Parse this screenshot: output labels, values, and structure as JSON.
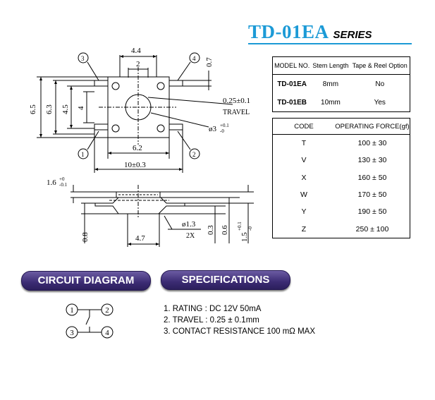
{
  "title": {
    "main": "TD-01EA",
    "sub": "SERIES"
  },
  "model_table": {
    "headers": [
      "MODEL NO.",
      "Stem Length",
      "Tape & Reel Option"
    ],
    "rows": [
      [
        "TD-01EA",
        "8mm",
        "No"
      ],
      [
        "TD-01EB",
        "10mm",
        "Yes"
      ]
    ]
  },
  "force_table": {
    "headers": [
      "CODE",
      "OPERATING FORCE(gf)"
    ],
    "rows": [
      [
        "T",
        "100 ± 30"
      ],
      [
        "V",
        "130 ± 30"
      ],
      [
        "X",
        "160 ± 50"
      ],
      [
        "W",
        "170 ± 50"
      ],
      [
        "Y",
        "190 ± 50"
      ],
      [
        "Z",
        "250 ± 100"
      ]
    ]
  },
  "top_view": {
    "dim_width_top": "4.4",
    "dim_inner": "2",
    "dim_pin_offset": "0.7",
    "dim_height_outer": "6.5",
    "dim_height_body": "6.3",
    "dim_height_mid": "4.5",
    "dim_height_inner": "4",
    "dim_travel": "0.25±0.1",
    "label_travel": "TRAVEL",
    "dim_stem_dia": "ø3",
    "dim_stem_tol_plus": "+0.1",
    "dim_stem_tol_minus": "-0",
    "dim_body_width": "6.2",
    "dim_overall_width": "10±0.3",
    "pins": [
      "1",
      "2",
      "3",
      "4"
    ]
  },
  "side_view": {
    "dim_stem_top": "1.6",
    "dim_stem_top_plus": "+0",
    "dim_stem_top_minus": "-0.1",
    "dim_base": "0.8",
    "dim_pin_dia": "ø1.3",
    "dim_pin_count": "2X",
    "dim_pin_spacing": "4.7",
    "dim_h1": "0.3",
    "dim_h2": "0.6",
    "dim_h3": "1.5",
    "dim_h3_plus": "+0.1",
    "dim_h3_minus": "-0"
  },
  "circuit": {
    "heading": "CIRCUIT DIAGRAM",
    "pins": [
      "1",
      "2",
      "3",
      "4"
    ]
  },
  "specifications": {
    "heading": "SPECIFICATIONS",
    "items": [
      "1. RATING : DC 12V  50mA",
      "2. TRAVEL : 0.25 ± 0.1mm",
      "3. CONTACT  RESISTANCE 100 mΩ MAX"
    ]
  },
  "colors": {
    "title_blue": "#1c9ad6",
    "pill_purple": "#3b2b73"
  }
}
